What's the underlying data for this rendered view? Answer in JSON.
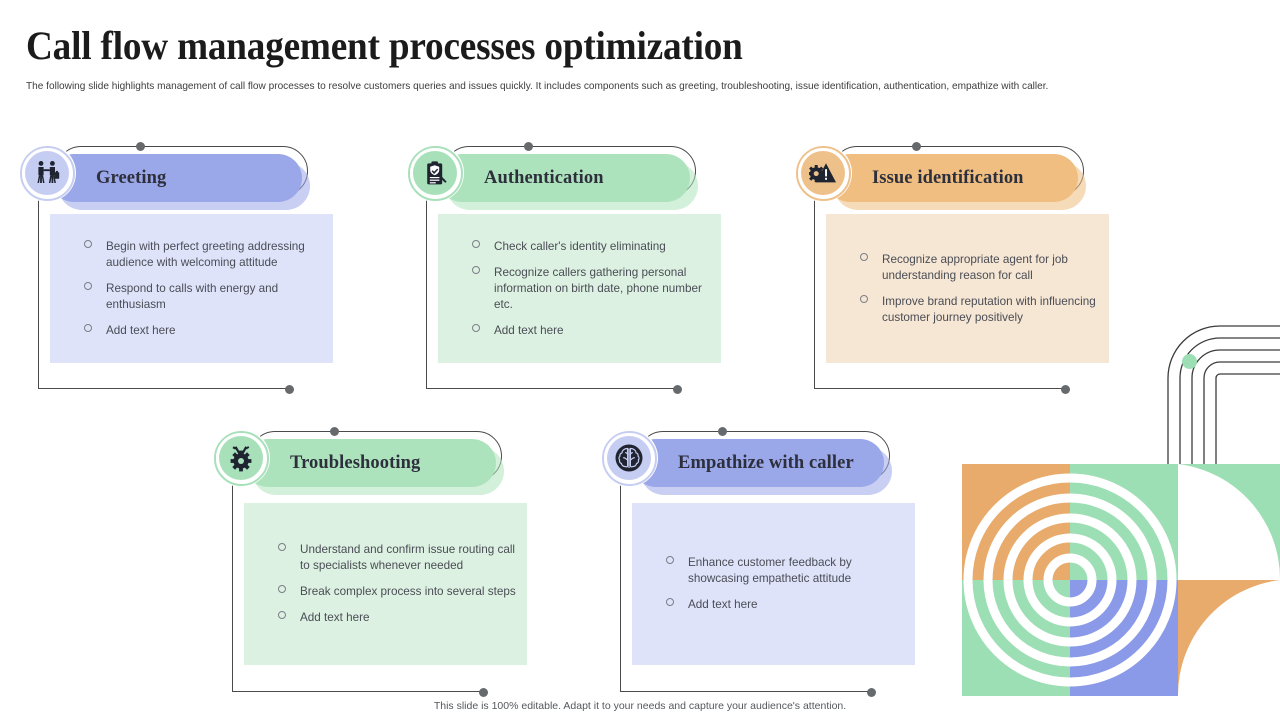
{
  "slide": {
    "title": "Call flow management processes optimization",
    "subtitle": "The following slide highlights management of call flow processes to resolve customers queries and issues quickly. It includes components such as greeting, troubleshooting, issue identification, authentication, empathize with caller.",
    "footer": "This slide is 100% editable. Adapt it to your needs and capture your audience's attention."
  },
  "palette": {
    "blue_header": "#9aa7e8",
    "blue_body": "#dfe3fa",
    "green_header": "#ade3bc",
    "green_body": "#ddf1e2",
    "orange_header": "#efbe80",
    "orange_body": "#f6e6d4",
    "line": "#4a4a4a",
    "dot": "#666a6d",
    "text": "#4a4d55",
    "title": "#1b1b1b"
  },
  "cards": [
    {
      "id": "greeting",
      "label": "Greeting",
      "icon": "handshake-people-icon",
      "theme": "blue",
      "bullets": [
        "Begin with perfect greeting addressing audience with welcoming attitude",
        "Respond to calls with energy and enthusiasm",
        "Add text here"
      ]
    },
    {
      "id": "authentication",
      "label": "Authentication",
      "icon": "clipboard-shield-icon",
      "theme": "green",
      "bullets": [
        "Check caller's identity eliminating",
        "Recognize callers gathering personal information on birth date, phone number etc.",
        "Add text here"
      ]
    },
    {
      "id": "issue-identification",
      "label": "Issue identification",
      "icon": "warning-gear-icon",
      "theme": "orange",
      "bullets": [
        "Recognize appropriate agent for job understanding reason for call",
        "Improve brand reputation with influencing customer journey positively"
      ]
    },
    {
      "id": "troubleshooting",
      "label": "Troubleshooting",
      "icon": "gear-tools-icon",
      "theme": "green",
      "bullets": [
        "Understand and confirm issue routing call to specialists whenever needed",
        "Break complex process into several steps",
        "Add text here"
      ]
    },
    {
      "id": "empathize-with-caller",
      "label": "Empathize with caller",
      "icon": "brain-halves-icon",
      "theme": "blue",
      "bullets": [
        "Enhance customer feedback by showcasing empathetic attitude",
        "Add text here"
      ]
    }
  ]
}
